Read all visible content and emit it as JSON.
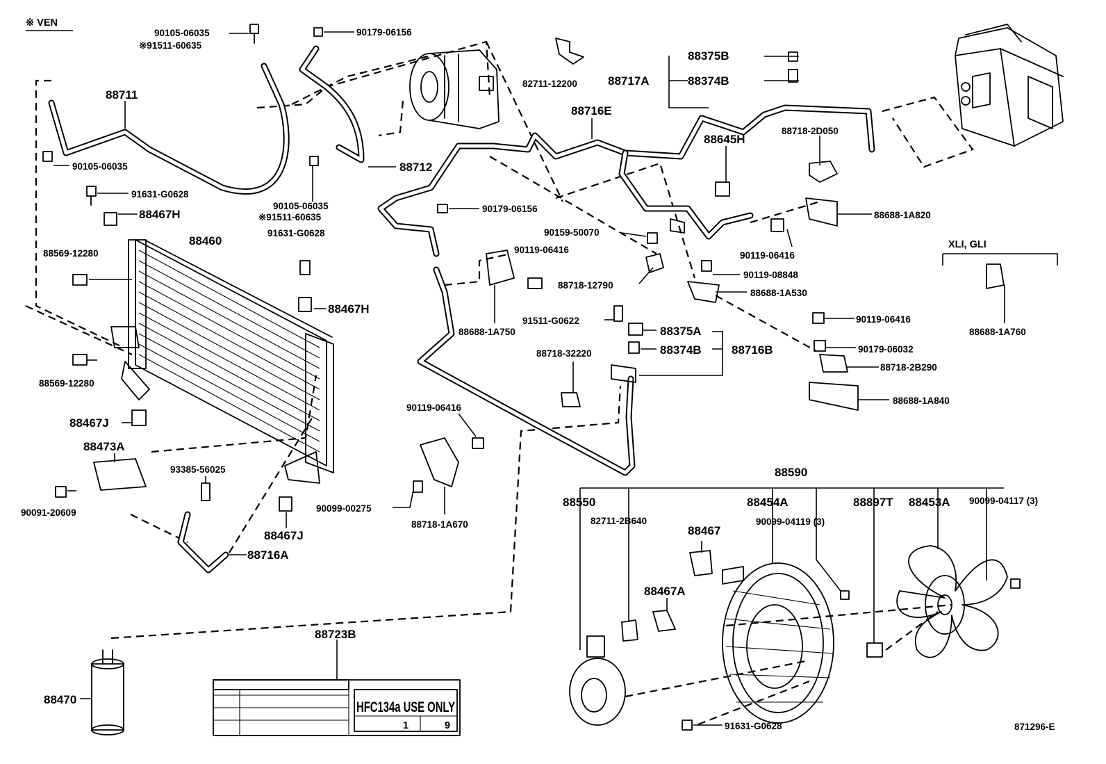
{
  "header": {
    "variant_mark": "※ VEN"
  },
  "labels": [
    {
      "id": "l1",
      "text": "90105-06035"
    },
    {
      "id": "l2",
      "text": "※91511-60635"
    },
    {
      "id": "l3",
      "text": "90179-06156"
    },
    {
      "id": "l4",
      "text": "82711-12200"
    },
    {
      "id": "l5",
      "text": "88375B"
    },
    {
      "id": "l6",
      "text": "88717A"
    },
    {
      "id": "l7",
      "text": "88374B"
    },
    {
      "id": "l8",
      "text": "88711"
    },
    {
      "id": "l9",
      "text": "88716E"
    },
    {
      "id": "l10",
      "text": "88718-2D050"
    },
    {
      "id": "l11",
      "text": "88645H"
    },
    {
      "id": "l12",
      "text": "90105-06035"
    },
    {
      "id": "l13",
      "text": "88712"
    },
    {
      "id": "l14",
      "text": "91631-G0628"
    },
    {
      "id": "l15",
      "text": "90105-06035"
    },
    {
      "id": "l16",
      "text": "※91511-60635"
    },
    {
      "id": "l17",
      "text": "88467H"
    },
    {
      "id": "l18",
      "text": "90179-06156"
    },
    {
      "id": "l19",
      "text": "88688-1A820"
    },
    {
      "id": "l20",
      "text": "88460"
    },
    {
      "id": "l21",
      "text": "91631-G0628"
    },
    {
      "id": "l22",
      "text": "90159-50070"
    },
    {
      "id": "l23",
      "text": "88569-12280"
    },
    {
      "id": "l24",
      "text": "90119-06416"
    },
    {
      "id": "l25",
      "text": "90119-06416"
    },
    {
      "id": "l26",
      "text": "XLI, GLI"
    },
    {
      "id": "l27",
      "text": "90119-08848"
    },
    {
      "id": "l28",
      "text": "88718-12790"
    },
    {
      "id": "l29",
      "text": "88688-1A530"
    },
    {
      "id": "l30",
      "text": "88467H"
    },
    {
      "id": "l31",
      "text": "91511-G0622"
    },
    {
      "id": "l32",
      "text": "90119-06416"
    },
    {
      "id": "l33",
      "text": "88375A"
    },
    {
      "id": "l34",
      "text": "88688-1A750"
    },
    {
      "id": "l35",
      "text": "88688-1A760"
    },
    {
      "id": "l36",
      "text": "90179-06032"
    },
    {
      "id": "l37",
      "text": "88718-32220"
    },
    {
      "id": "l38",
      "text": "88374B"
    },
    {
      "id": "l39",
      "text": "88716B"
    },
    {
      "id": "l40",
      "text": "88569-12280"
    },
    {
      "id": "l41",
      "text": "88718-2B290"
    },
    {
      "id": "l42",
      "text": "88688-1A840"
    },
    {
      "id": "l43",
      "text": "88467J"
    },
    {
      "id": "l44",
      "text": "90119-06416"
    },
    {
      "id": "l45",
      "text": "88473A"
    },
    {
      "id": "l46",
      "text": "93385-56025"
    },
    {
      "id": "l47",
      "text": "88590"
    },
    {
      "id": "l48",
      "text": "90091-20609"
    },
    {
      "id": "l49",
      "text": "90099-00275"
    },
    {
      "id": "l50",
      "text": "88550"
    },
    {
      "id": "l51",
      "text": "88454A"
    },
    {
      "id": "l52",
      "text": "88897T"
    },
    {
      "id": "l53",
      "text": "88453A"
    },
    {
      "id": "l54",
      "text": "90099-04117 (3)"
    },
    {
      "id": "l55",
      "text": "82711-2B640"
    },
    {
      "id": "l56",
      "text": "90099-04119 (3)"
    },
    {
      "id": "l57",
      "text": "88718-1A670"
    },
    {
      "id": "l58",
      "text": "88467J"
    },
    {
      "id": "l59",
      "text": "88467"
    },
    {
      "id": "l60",
      "text": "88716A"
    },
    {
      "id": "l61",
      "text": "88467A"
    },
    {
      "id": "l62",
      "text": "88723B"
    },
    {
      "id": "l63",
      "text": "88470"
    },
    {
      "id": "l64",
      "text": "91631-G0628"
    },
    {
      "id": "l65",
      "text": "871296-E"
    }
  ],
  "caution_label": {
    "main_text": "HFC134a USE ONLY",
    "digit_left": "1",
    "digit_right": "9"
  }
}
